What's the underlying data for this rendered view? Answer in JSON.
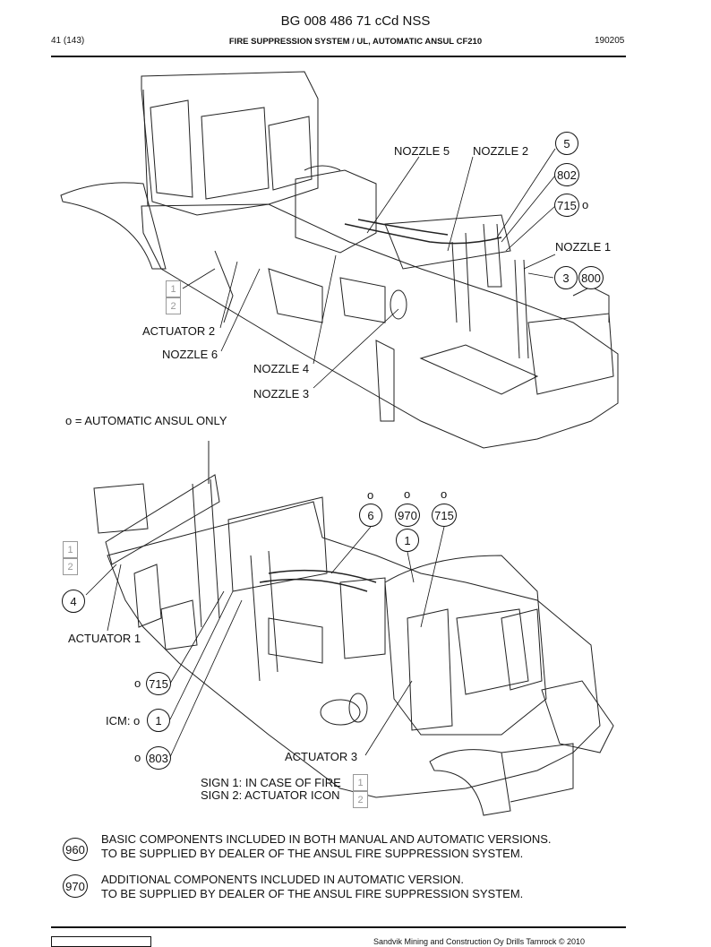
{
  "header": {
    "title": "BG 008 486 71 cCd NSS",
    "page": "41 (143)",
    "section": "FIRE SUPPRESSION SYSTEM / UL, AUTOMATIC ANSUL CF210",
    "code": "190205"
  },
  "top_view": {
    "labels": {
      "nozzle5": "NOZZLE 5",
      "nozzle2": "NOZZLE 2",
      "nozzle1": "NOZZLE 1",
      "actuator2": "ACTUATOR 2",
      "nozzle6": "NOZZLE 6",
      "nozzle4": "NOZZLE 4",
      "nozzle3": "NOZZLE 3"
    },
    "callouts": {
      "c5": "5",
      "c802": "802",
      "c715": "715",
      "c3": "3",
      "c800": "800"
    },
    "auto_mark": "o",
    "sign_1": "1",
    "sign_2": "2",
    "legend": "o = AUTOMATIC ANSUL ONLY"
  },
  "bottom_view": {
    "marks": {
      "m1": "o",
      "m2": "o",
      "m3": "o",
      "m715": "o",
      "micm": "ICM: o",
      "m803": "o"
    },
    "callouts": {
      "c6": "6",
      "c970": "970",
      "c715": "715",
      "c1": "1",
      "c4": "4",
      "c715b": "715",
      "c1b": "1",
      "c803": "803"
    },
    "labels": {
      "actuator1": "ACTUATOR 1",
      "actuator3": "ACTUATOR 3",
      "sign1": "SIGN 1: IN CASE OF FIRE",
      "sign2": "SIGN 2: ACTUATOR ICON"
    },
    "sign_1": "1",
    "sign_2": "2"
  },
  "notes": [
    {
      "code": "960",
      "line1": "BASIC COMPONENTS INCLUDED IN BOTH MANUAL AND AUTOMATIC VERSIONS.",
      "line2": "TO BE SUPPLIED BY DEALER OF THE ANSUL FIRE SUPPRESSION SYSTEM."
    },
    {
      "code": "970",
      "line1": "ADDITIONAL COMPONENTS INCLUDED IN AUTOMATIC VERSION.",
      "line2": "TO BE SUPPLIED BY DEALER OF THE ANSUL FIRE SUPPRESSION SYSTEM."
    }
  ],
  "footer": {
    "copyright": "Sandvik Mining and Construction Oy Drills Tamrock © 2010"
  }
}
